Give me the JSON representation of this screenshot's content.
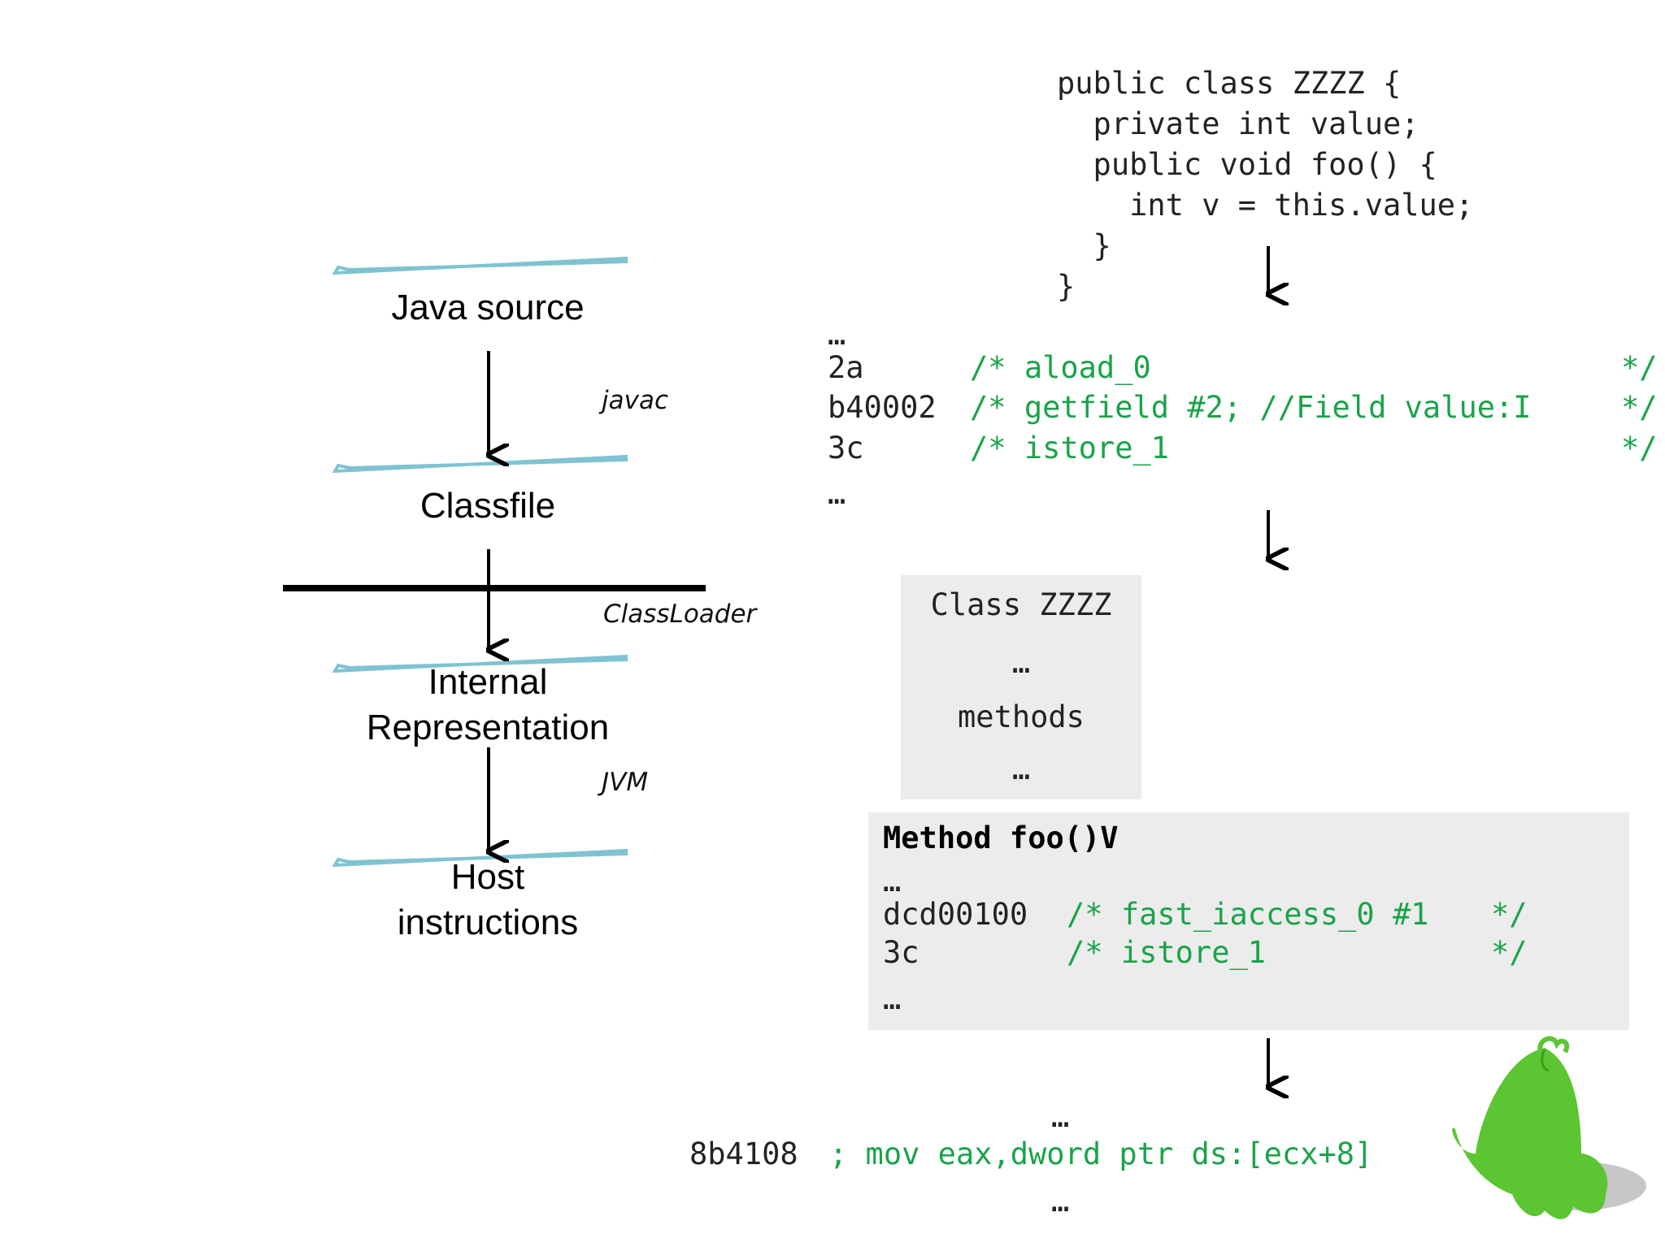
{
  "pipeline": {
    "stages": [
      "Java source",
      "Classfile",
      "Internal",
      "Representation",
      "Host",
      "instructions"
    ],
    "labels": {
      "javac": "javac",
      "classloader": "ClassLoader",
      "jvm": "JVM"
    }
  },
  "source_code": {
    "lines": [
      "public class ZZZZ {",
      "  private int value;",
      "  public void foo() {",
      "    int v = this.value;",
      "  }",
      "}"
    ]
  },
  "bytecode": {
    "ellipsis": "…",
    "rows": [
      {
        "hex": "2a",
        "comment": "/* aload_0",
        "end": "*/"
      },
      {
        "hex": "b40002",
        "comment": "/* getfield #2; //Field value:I",
        "end": "*/"
      },
      {
        "hex": "3c",
        "comment": "/* istore_1",
        "end": "*/"
      }
    ]
  },
  "class_box": {
    "title": "Class ZZZZ",
    "ellipsis": "…",
    "methods": "methods"
  },
  "method_box": {
    "title": "Method foo()V",
    "ellipsis": "…",
    "rows": [
      {
        "hex": "dcd00100",
        "comment": "/* fast_iaccess_0 #1",
        "end": "*/"
      },
      {
        "hex": "3c",
        "comment": "/* istore_1",
        "end": "*/"
      }
    ]
  },
  "machine_code": {
    "ellipsis": "…",
    "hex": "8b4108",
    "comment": "; mov eax,dword ptr ds:[ecx+8]"
  },
  "colors": {
    "comment": "#1aa34a",
    "bar": "#7fc3d3",
    "mascot": "#5cc532",
    "box": "#ececec"
  },
  "icons": {
    "mascot": "green-mascot-icon"
  }
}
